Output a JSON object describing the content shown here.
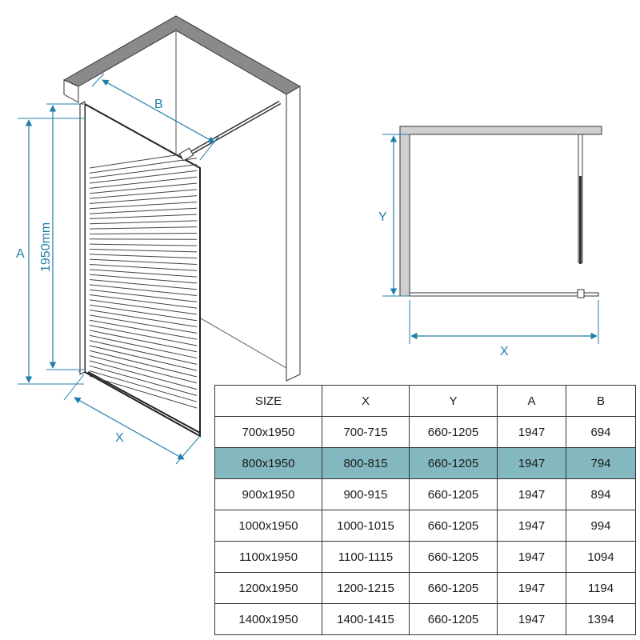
{
  "diagram": {
    "labels": {
      "height_label": "1950mm",
      "a": "A",
      "b": "B",
      "x": "X",
      "y": "Y"
    },
    "colors": {
      "dimension": "#1f7fa8",
      "wall_fill": "#8a8a8a",
      "highlight_row": "#84b8c0"
    }
  },
  "table": {
    "headers": [
      "SIZE",
      "X",
      "Y",
      "A",
      "B"
    ],
    "highlight_row": 1,
    "rows": [
      [
        "700x1950",
        "700-715",
        "660-1205",
        "1947",
        "694"
      ],
      [
        "800x1950",
        "800-815",
        "660-1205",
        "1947",
        "794"
      ],
      [
        "900x1950",
        "900-915",
        "660-1205",
        "1947",
        "894"
      ],
      [
        "1000x1950",
        "1000-1015",
        "660-1205",
        "1947",
        "994"
      ],
      [
        "1100x1950",
        "1100-1115",
        "660-1205",
        "1947",
        "1094"
      ],
      [
        "1200x1950",
        "1200-1215",
        "660-1205",
        "1947",
        "1194"
      ],
      [
        "1400x1950",
        "1400-1415",
        "660-1205",
        "1947",
        "1394"
      ]
    ]
  }
}
